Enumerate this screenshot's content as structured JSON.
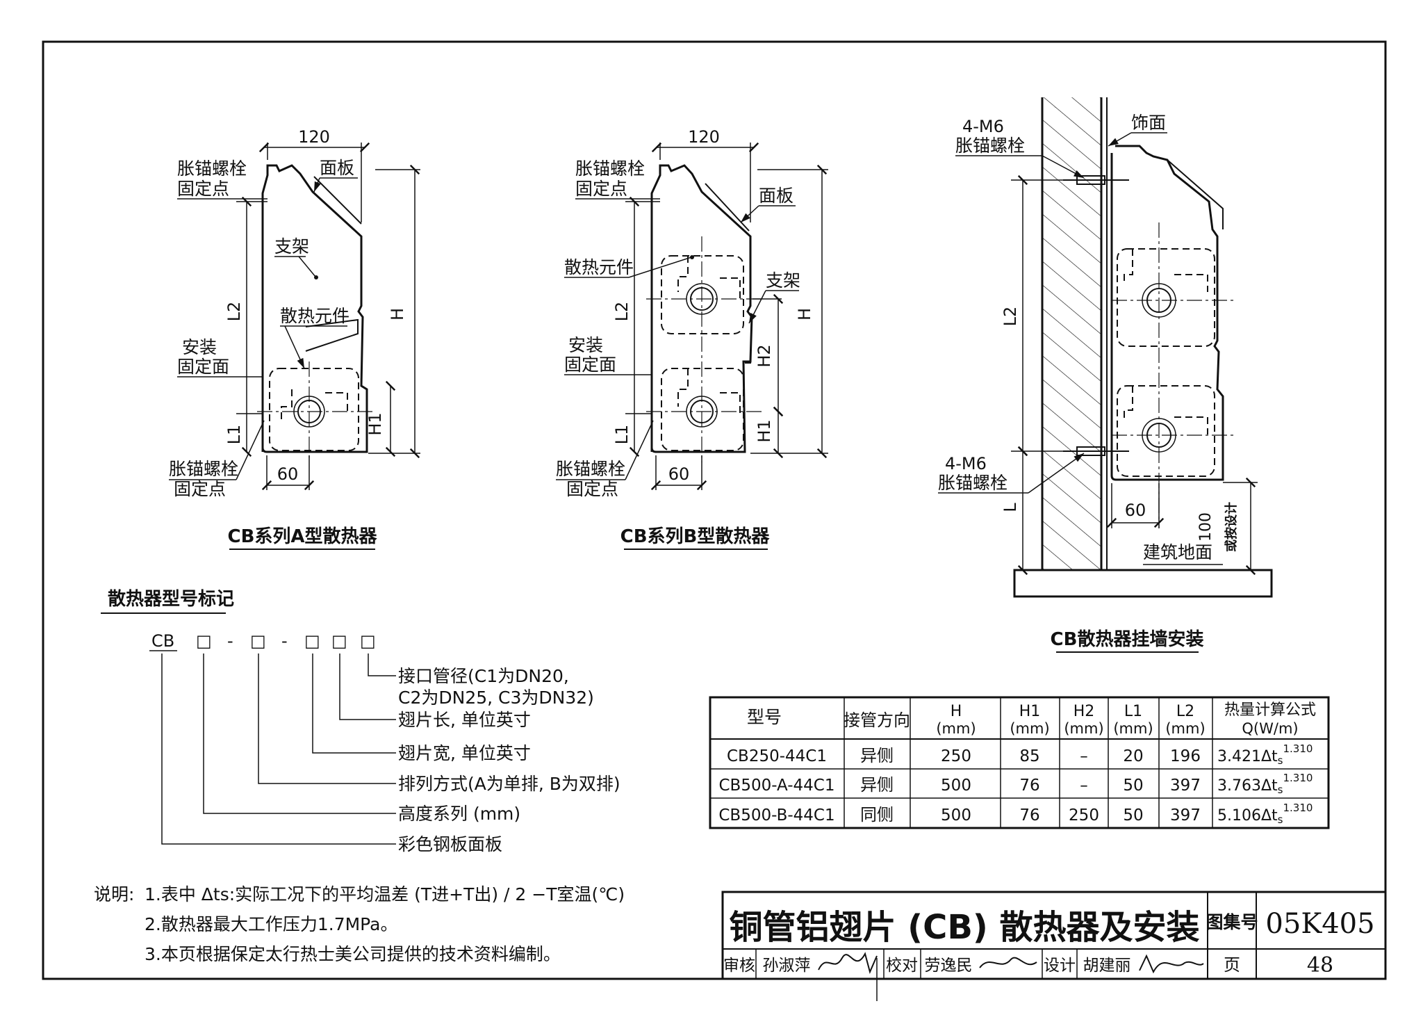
{
  "figures": {
    "a": {
      "caption": "CB系列A型散热器",
      "dim_120": "120",
      "dim_60": "60",
      "bolt_top_1": "胀锚螺栓",
      "bolt_top_2": "固定点",
      "panel": "面板",
      "bracket": "支架",
      "element": "散热元件",
      "mount_1": "安装",
      "mount_2": "固定面",
      "bolt_bot_1": "胀锚螺栓",
      "bolt_bot_2": "固定点",
      "L2": "L2",
      "L1": "L1",
      "H": "H",
      "H1": "H1"
    },
    "b": {
      "caption": "CB系列B型散热器",
      "dim_120": "120",
      "dim_60": "60",
      "bolt_top_1": "胀锚螺栓",
      "bolt_top_2": "固定点",
      "panel": "面板",
      "element": "散热元件",
      "bracket": "支架",
      "mount_1": "安装",
      "mount_2": "固定面",
      "bolt_bot_1": "胀锚螺栓",
      "bolt_bot_2": "固定点",
      "L2": "L2",
      "L1": "L1",
      "H": "H",
      "H2": "H2",
      "H1": "H1"
    },
    "c": {
      "caption": "CB散热器挂墙安装",
      "bolt_top_1": "4-M6",
      "bolt_top_2": "胀锚螺栓",
      "facing": "饰面",
      "bolt_bot_1": "4-M6",
      "bolt_bot_2": "胀锚螺栓",
      "L2": "L2",
      "L": "L",
      "dim_60": "60",
      "dim_100": "100",
      "or_design": "或按设计",
      "floor": "建筑地面"
    }
  },
  "model_code": {
    "title": "散热器型号标记",
    "code": [
      "CB",
      "□",
      "-",
      "□",
      "-",
      "□",
      "□",
      "□"
    ],
    "labels": [
      "接口管径(C1为DN20,",
      "C2为DN25, C3为DN32)",
      "翅片长, 单位英寸",
      "翅片宽, 单位英寸",
      "排列方式(A为单排, B为双排)",
      "高度系列 (mm)",
      "彩色钢板面板"
    ]
  },
  "table": {
    "headers": [
      [
        "型号"
      ],
      [
        "接管方向"
      ],
      [
        "H",
        "(mm)"
      ],
      [
        "H1",
        "(mm)"
      ],
      [
        "H2",
        "(mm)"
      ],
      [
        "L1",
        "(mm)"
      ],
      [
        "L2",
        "(mm)"
      ],
      [
        "热量计算公式",
        "Q(W/m)"
      ]
    ],
    "rows": [
      {
        "model": "CB250-44C1",
        "dir": "异侧",
        "H": "250",
        "H1": "85",
        "H2": "–",
        "L1": "20",
        "L2": "196",
        "q": "3.421Δt",
        "q_sub": "s",
        "q_exp": "1.310"
      },
      {
        "model": "CB500-A-44C1",
        "dir": "异侧",
        "H": "500",
        "H1": "76",
        "H2": "–",
        "L1": "50",
        "L2": "397",
        "q": "3.763Δt",
        "q_sub": "s",
        "q_exp": "1.310"
      },
      {
        "model": "CB500-B-44C1",
        "dir": "同侧",
        "H": "500",
        "H1": "76",
        "H2": "250",
        "L1": "50",
        "L2": "397",
        "q": "5.106Δt",
        "q_sub": "s",
        "q_exp": "1.310"
      }
    ]
  },
  "notes": {
    "head": "说明:",
    "lines": [
      "1.表中 Δts:实际工况下的平均温差 (T进+T出) / 2 −T室温(℃)",
      "2.散热器最大工作压力1.7MPa。",
      "3.本页根据保定太行热士美公司提供的技术资料编制。"
    ]
  },
  "title_block": {
    "title": "铜管铝翅片 (CB) 散热器及安装",
    "atlas_label": "图集号",
    "atlas_no": "05K405",
    "review": "审核",
    "reviewer": "孙淑萍",
    "check": "校对",
    "checker": "劳逸民",
    "design": "设计",
    "designer": "胡建丽",
    "page_label": "页",
    "page_no": "48"
  }
}
